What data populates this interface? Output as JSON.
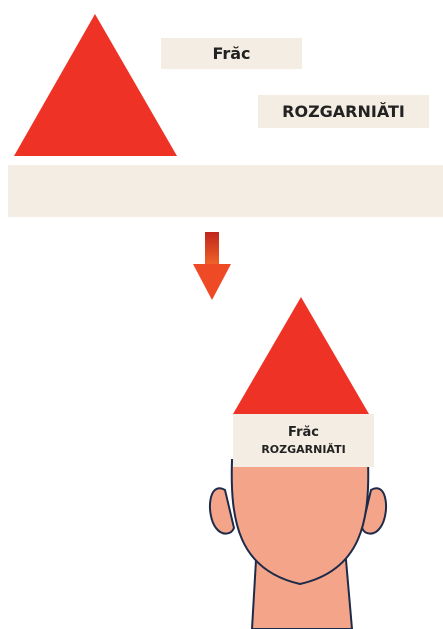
{
  "colors": {
    "triangle": "#ee3326",
    "label_bg": "#f4ede3",
    "band_bg": "#f4ede3",
    "arrow_top": "#c0261c",
    "arrow_bottom": "#f2662a",
    "skin": "#f4a589",
    "outline": "#1d2b4a"
  },
  "labels": {
    "word_1": "Frăc",
    "word_2": "ROZGARNIĂTI"
  },
  "hat": {
    "word_1": "Frăc",
    "word_2": "ROZGARNIĂTI"
  },
  "icons": {
    "arrow": "arrow-down-icon",
    "head": "head-icon"
  }
}
